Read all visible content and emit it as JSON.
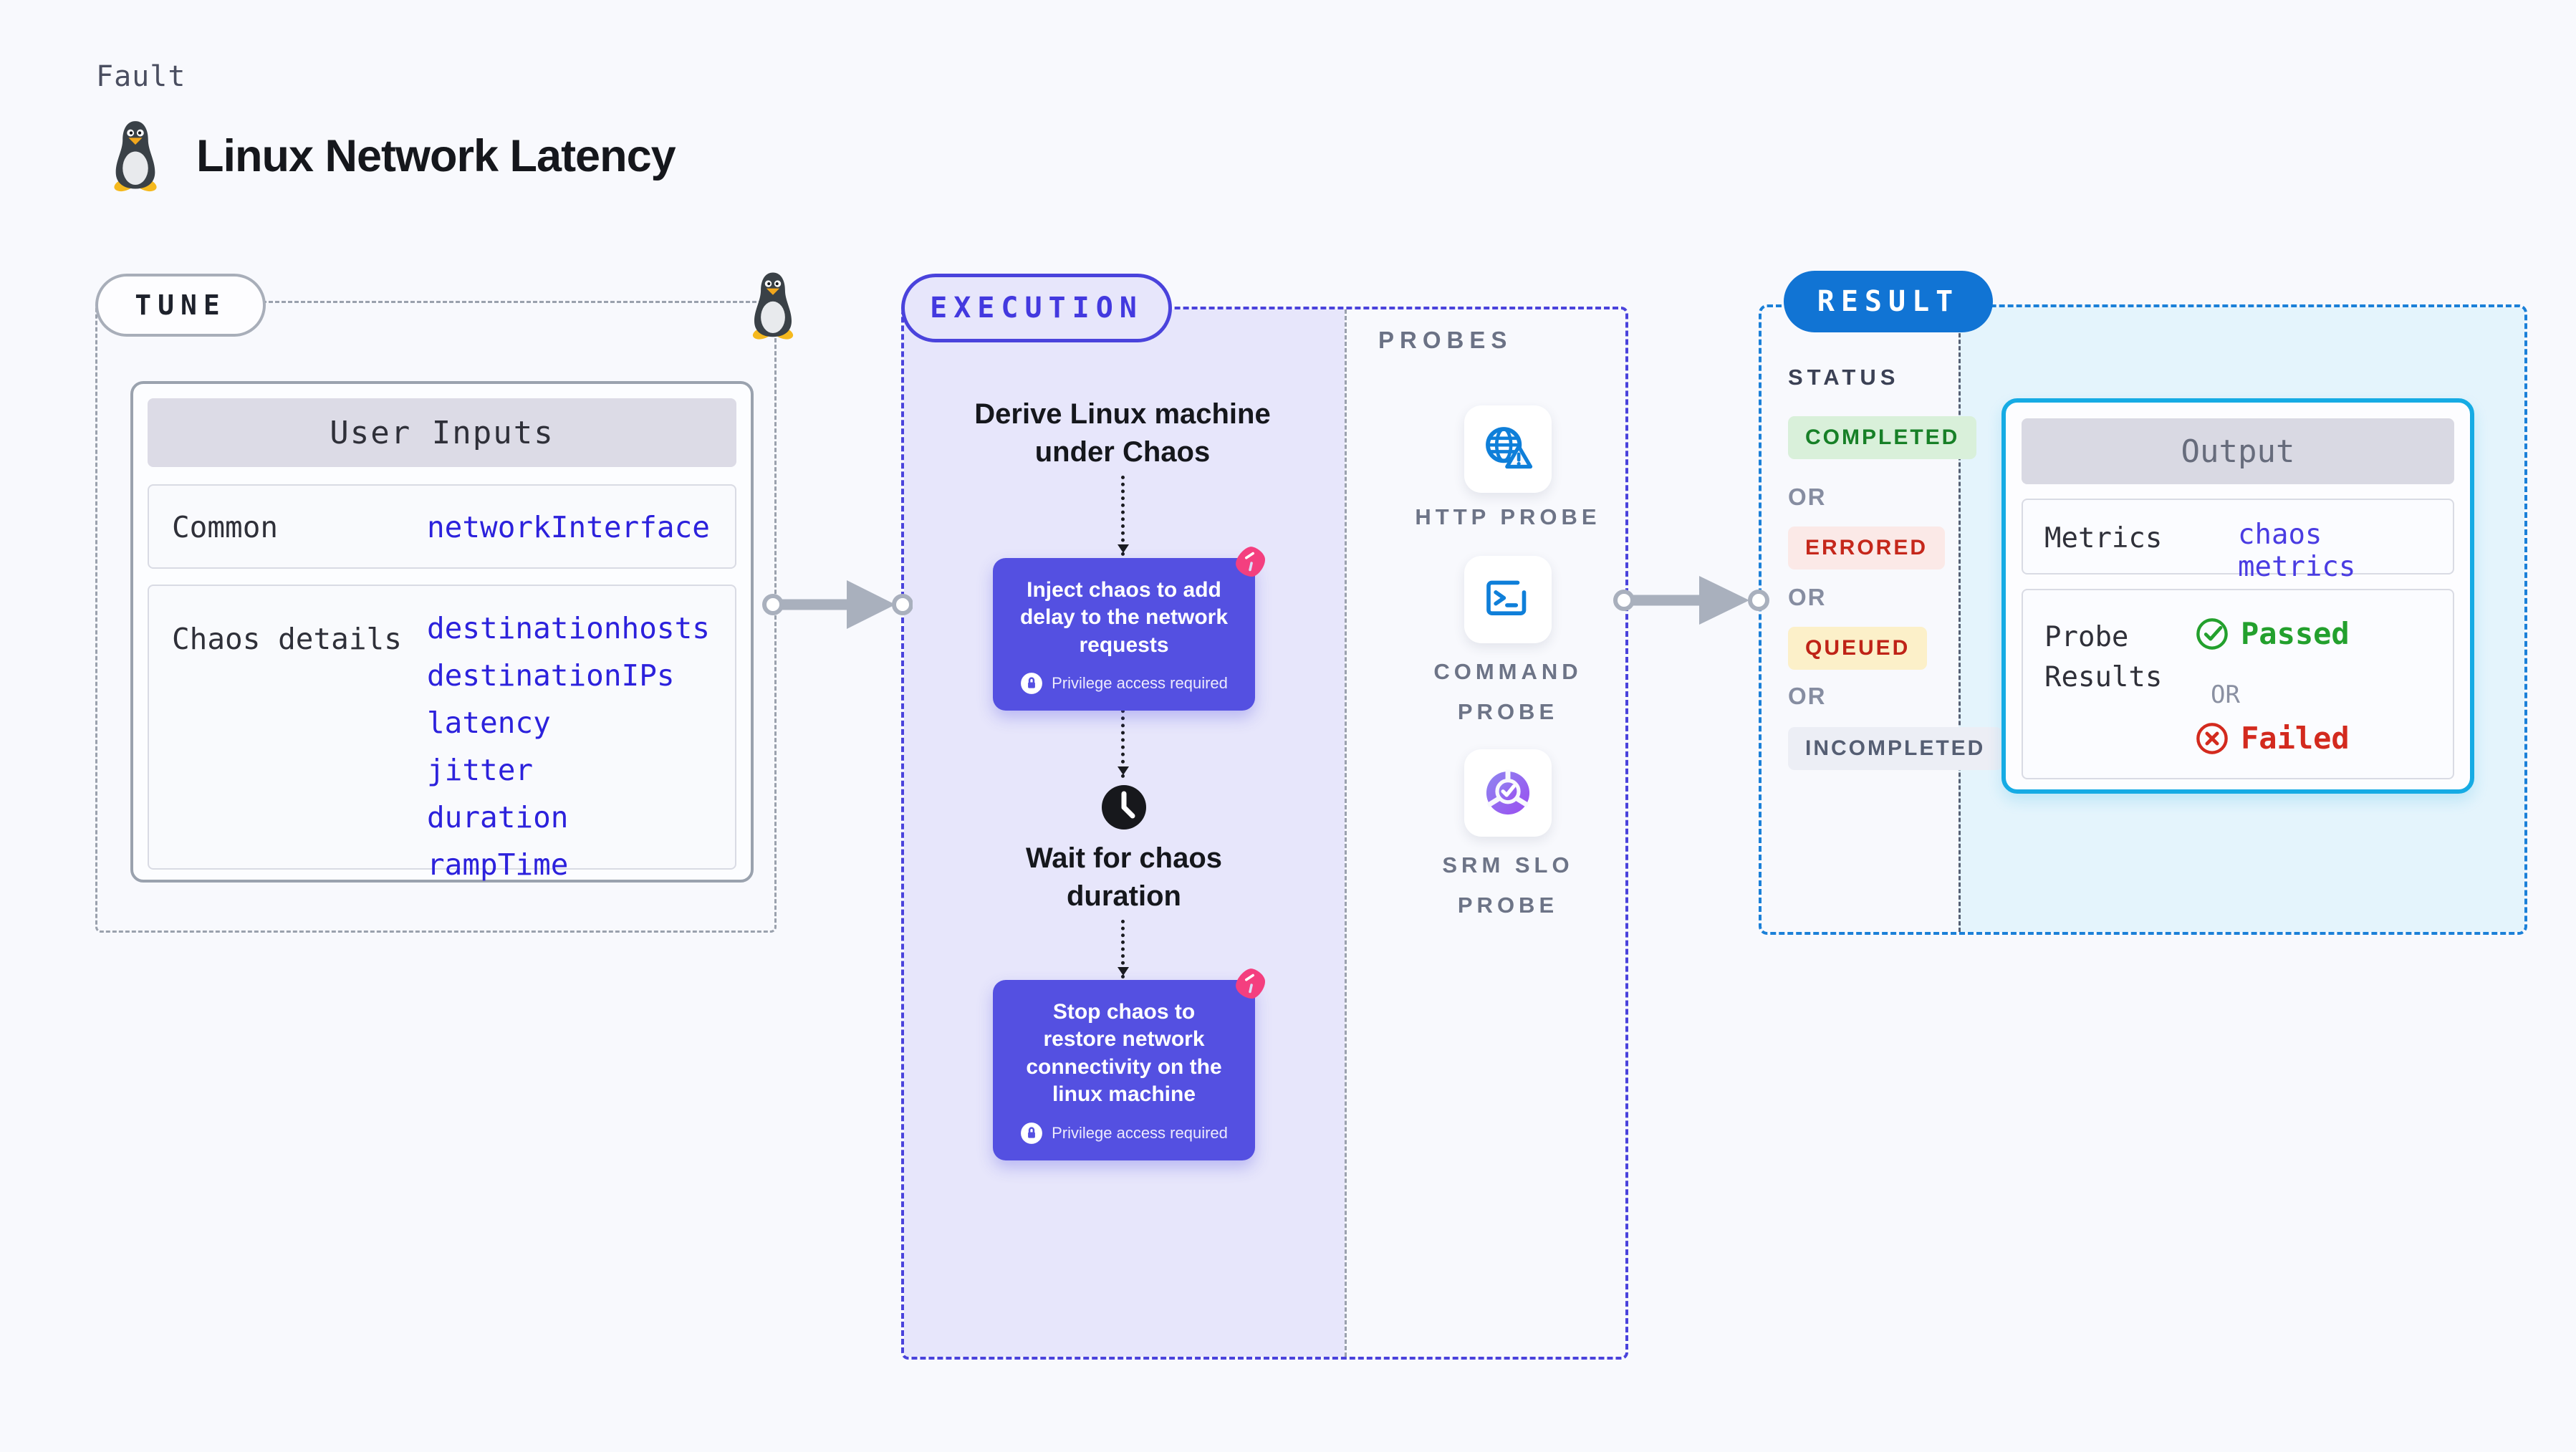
{
  "page": {
    "kicker": "Fault",
    "title": "Linux Network Latency"
  },
  "tune": {
    "pill": "TUNE",
    "user_inputs": {
      "header": "User Inputs",
      "rows": [
        {
          "label": "Common",
          "values": [
            "networkInterface"
          ]
        },
        {
          "label": "Chaos details",
          "values": [
            "destinationhosts",
            "destinationIPs",
            "latency",
            "jitter",
            "duration",
            "rampTime"
          ]
        }
      ]
    }
  },
  "execution": {
    "pill": "EXECUTION",
    "derive_step": "Derive Linux machine under Chaos",
    "inject_step": "Inject chaos to add delay to the network requests",
    "wait_step": "Wait for chaos duration",
    "stop_step": "Stop chaos to restore network connectivity on the linux machine",
    "privilege_note": "Privilege access required",
    "probes": {
      "heading": "PROBES",
      "items": [
        {
          "label": "HTTP PROBE",
          "icon": "globe-warning-icon"
        },
        {
          "label": "COMMAND PROBE",
          "icon": "terminal-icon"
        },
        {
          "label": "SRM SLO PROBE",
          "icon": "slo-pie-icon"
        }
      ]
    }
  },
  "result": {
    "pill": "RESULT",
    "status": {
      "heading": "STATUS",
      "separator": "OR",
      "badges": [
        {
          "label": "COMPLETED",
          "fg": "#178027",
          "bg": "#d9f0da"
        },
        {
          "label": "ERRORED",
          "fg": "#c5271b",
          "bg": "#fbe9e7"
        },
        {
          "label": "QUEUED",
          "fg": "#bf2317",
          "bg": "#fcf0c9"
        },
        {
          "label": "INCOMPLETED",
          "fg": "#555e73",
          "bg": "#eceef5"
        }
      ]
    },
    "output": {
      "header": "Output",
      "metrics_label": "Metrics",
      "metrics_value": "chaos metrics",
      "probe_results_label": "Probe Results",
      "passed_label": "Passed",
      "separator": "OR",
      "failed_label": "Failed"
    }
  },
  "colors": {
    "accent_indigo": "#4a43dc",
    "chaos_purple": "#5450e1",
    "result_blue": "#1174d4",
    "output_border": "#16abe4",
    "value_blue": "#2c21dc",
    "passed_green": "#23a02d",
    "failed_red": "#d32a1e",
    "chaos_pink": "#f43f7f"
  }
}
